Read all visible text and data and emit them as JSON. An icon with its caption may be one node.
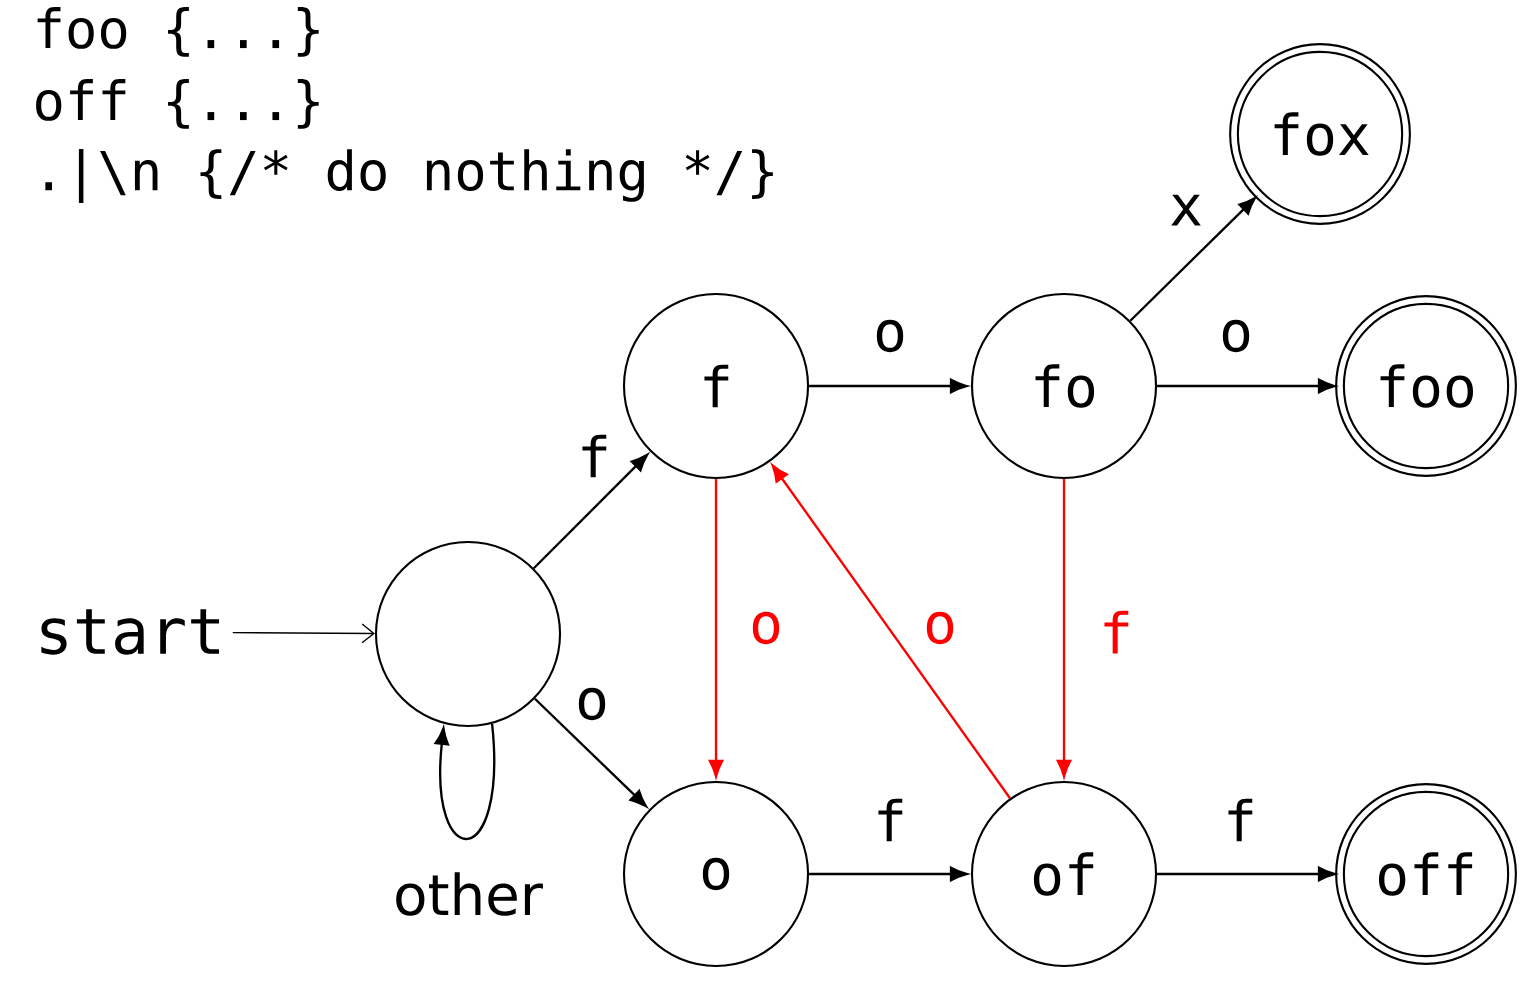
{
  "diagram": {
    "nodes": [
      {
        "text": [
          "start"
        ]
      },
      {
        "text": [],
        "shape": "circle"
      },
      {
        "text": [
          "f"
        ]
      },
      {
        "text": [
          "fo"
        ]
      },
      {
        "text": [
          "fox"
        ]
      },
      {
        "text": [
          "foo"
        ]
      },
      {
        "text": [
          "o"
        ]
      },
      {
        "text": [
          "of"
        ]
      },
      {
        "text": [
          "off"
        ]
      }
    ],
    "edges": [
      {
        "from": 0,
        "to": 1,
        "arrow": "to"
      },
      {
        "from": 1,
        "to": 2,
        "arrow": "to",
        "label": "f"
      },
      {
        "from": 1,
        "to": 6,
        "arrow": "to",
        "label": "o"
      },
      {
        "from": 1,
        "to": 1,
        "arrow": "to",
        "label": "other"
      },
      {
        "from": 2,
        "to": 3,
        "arrow": "to",
        "label": "o"
      },
      {
        "from": 3,
        "to": 4,
        "arrow": "to",
        "label": "x"
      },
      {
        "from": 3,
        "to": 5,
        "arrow": "to",
        "label": "o"
      },
      {
        "from": 2,
        "to": 6,
        "arrow": "to",
        "label": "o",
        "color": "#ff0000"
      },
      {
        "from": 7,
        "to": 2,
        "arrow": "to",
        "label": "o",
        "color": "#ff0000"
      },
      {
        "from": 3,
        "to": 7,
        "arrow": "to",
        "label": "f",
        "color": "#ff0000"
      },
      {
        "from": 6,
        "to": 7,
        "arrow": "to",
        "label": "f"
      },
      {
        "from": 7,
        "to": 8,
        "arrow": "to",
        "label": "f"
      }
    ],
    "labels": [
      "foo {...}",
      "off {...}",
      ".|\\n {/* do nothing */}"
    ]
  }
}
